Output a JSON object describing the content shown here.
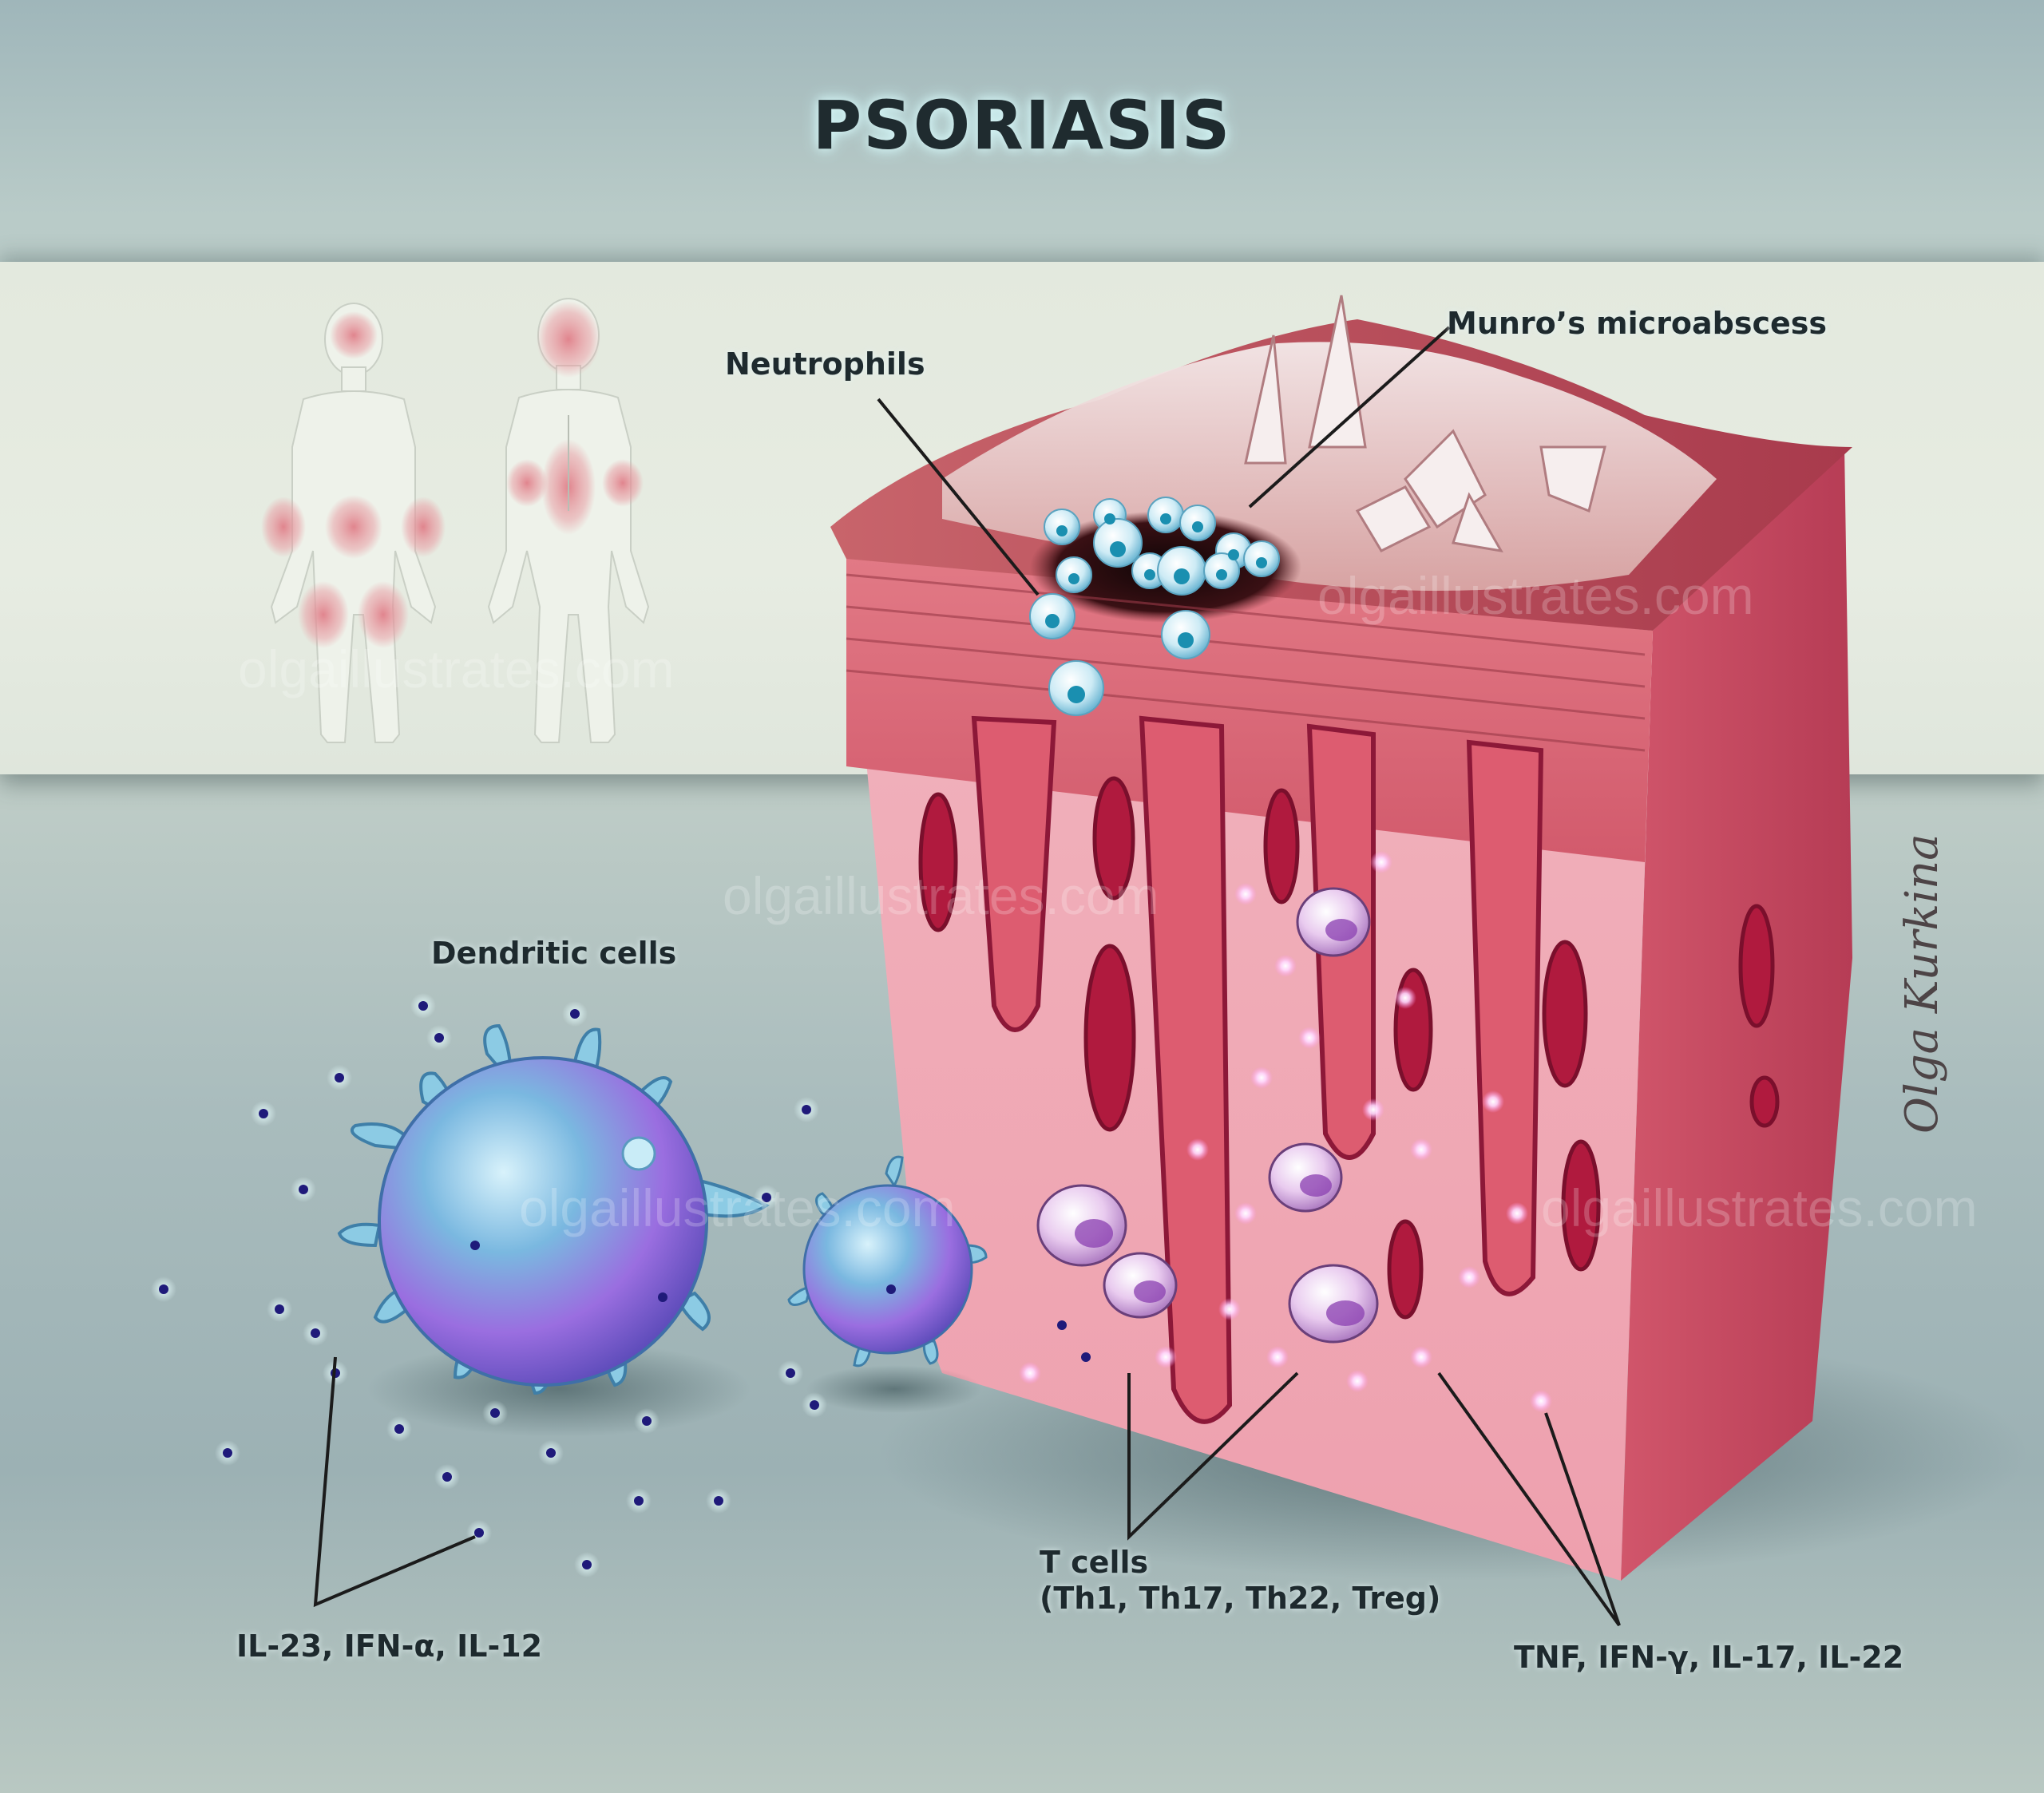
{
  "title": "PSORIASIS",
  "labels": {
    "neutrophils": "Neutrophils",
    "munro": "Munro’s microabscess",
    "dendritic": "Dendritic cells",
    "dendritic_cytokines": "IL-23, IFN-α, IL-12",
    "t_cells_line1": "T cells",
    "t_cells_line2": "(Th1, Th17, Th22, Treg)",
    "t_cell_cytokines": "TNF, IFN-γ, IL-17, IL-22"
  },
  "body_map": {
    "figures": [
      "front view",
      "back view"
    ],
    "affected_areas_front": [
      "scalp",
      "hands/wrists",
      "groin",
      "knees"
    ],
    "affected_areas_back": [
      "head/neck",
      "elbows",
      "lower back"
    ]
  },
  "watermarks": [
    "olgaillustrates.com",
    "olgaillustrates.com",
    "olgaillustrates.com",
    "olgaillustrates.com",
    "olgaillustrates.com"
  ],
  "signature": "Olga Kurkina",
  "colors": {
    "title_text": "#1f2b2f",
    "label_text": "#1e2a2e",
    "skin_epidermis": "#e0717f",
    "skin_dermis": "#f0a8b4",
    "vessel": "#b01a3e",
    "vessel_outline": "#7a0f2c",
    "scale_plaque": "#efe2e2",
    "neutrophil": "#bfe6f3",
    "neutrophil_nucleus": "#1a8fb0",
    "dendritic_cell": "#7ec3de",
    "dendritic_core": "#a067e0",
    "t_cell": "#e9c8ef",
    "t_cell_nucleus": "#8a3fb0",
    "cytokine_dot": "#1f1a7a",
    "glow_dot": "#ffffff",
    "lesion": "#e08a93"
  }
}
